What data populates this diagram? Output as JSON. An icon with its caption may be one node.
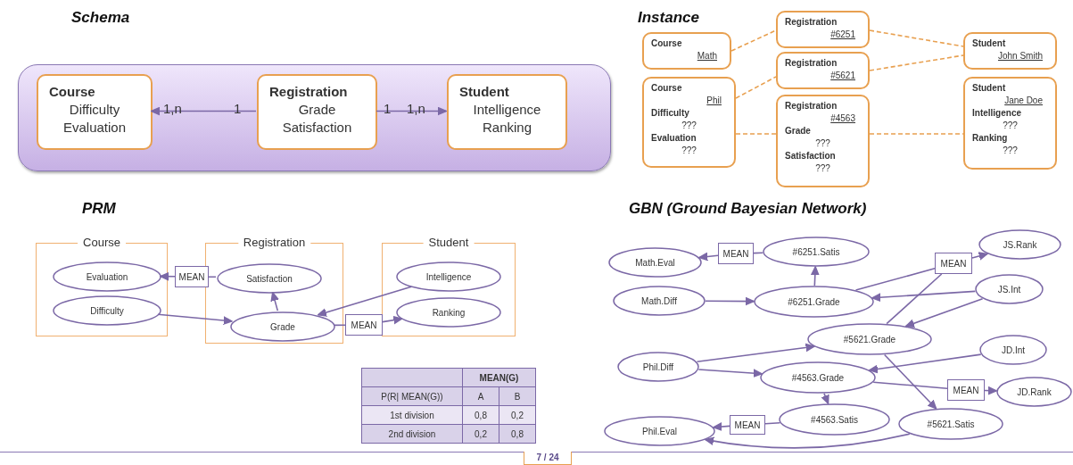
{
  "diagram": {
    "nodes": [
      {
        "text": [],
        "shape": "box"
      },
      {
        "text": [
          "Course",
          "Difficulty",
          "Evaluation"
        ],
        "in": 0
      },
      {
        "text": [
          "Registration",
          "Grade",
          "Satisfaction"
        ],
        "in": 0
      },
      {
        "text": [
          "Student",
          "Intelligence",
          "Ranking"
        ],
        "in": 0
      },
      {
        "text": [
          "Course",
          "Math"
        ]
      },
      {
        "text": [
          "Course",
          "Phil",
          "Difficulty",
          "???",
          "Evaluation",
          "???"
        ]
      },
      {
        "text": [
          "Registration",
          "#6251"
        ]
      },
      {
        "text": [
          "Registration",
          "#5621"
        ]
      },
      {
        "text": [
          "Registration",
          "#4563",
          "Grade",
          "???",
          "Satisfaction",
          "???"
        ]
      },
      {
        "text": [
          "Student",
          "John Smith"
        ]
      },
      {
        "text": [
          "Student",
          "Jane Doe",
          "Intelligence",
          "???",
          "Ranking",
          "???"
        ]
      },
      {
        "text": [
          "Course"
        ]
      },
      {
        "text": [
          "Evaluation"
        ],
        "in": 11
      },
      {
        "text": [
          "Difficulty"
        ],
        "in": 11
      },
      {
        "text": [
          "MEAN"
        ]
      },
      {
        "text": [
          "Registration"
        ]
      },
      {
        "text": [
          "Satisfaction"
        ],
        "in": 15
      },
      {
        "text": [
          "Grade"
        ],
        "in": 15
      },
      {
        "text": [
          "MEAN"
        ]
      },
      {
        "text": [
          "Student"
        ]
      },
      {
        "text": [
          "Intelligence"
        ],
        "in": 19
      },
      {
        "text": [
          "Ranking"
        ],
        "in": 19
      },
      {
        "text": [
          "Math.Eval"
        ]
      },
      {
        "text": [
          "MEAN"
        ]
      },
      {
        "text": [
          "#6251.Satis"
        ]
      },
      {
        "text": [
          "MEAN"
        ]
      },
      {
        "text": [
          "JS.Rank"
        ]
      },
      {
        "text": [
          "Math.Diff"
        ]
      },
      {
        "text": [
          "#6251.Grade"
        ]
      },
      {
        "text": [
          "JS.Int"
        ]
      },
      {
        "text": [
          "#5621.Grade"
        ]
      },
      {
        "text": [
          "JD.Int"
        ]
      },
      {
        "text": [
          "Phil.Diff"
        ]
      },
      {
        "text": [
          "#4563.Grade"
        ]
      },
      {
        "text": [
          "MEAN"
        ]
      },
      {
        "text": [
          "JD.Rank"
        ]
      },
      {
        "text": [
          "#4563.Satis"
        ]
      },
      {
        "text": [
          "#5621.Satis"
        ]
      },
      {
        "text": [
          "Phil.Eval"
        ]
      },
      {
        "text": [
          "MEAN"
        ]
      }
    ],
    "edges": [
      {
        "from": 2,
        "to": 1,
        "arrow": "to"
      },
      {
        "from": 2,
        "to": 3,
        "arrow": "to"
      },
      {
        "from": 4,
        "to": 6,
        "arrow": "none",
        "style": "dashed",
        "color": "#e8a050"
      },
      {
        "from": 6,
        "to": 9,
        "arrow": "none",
        "style": "dashed",
        "color": "#e8a050"
      },
      {
        "from": 7,
        "to": 9,
        "arrow": "none",
        "style": "dashed",
        "color": "#e8a050"
      },
      {
        "from": 5,
        "to": 7,
        "arrow": "none",
        "style": "dashed",
        "color": "#e8a050"
      },
      {
        "from": 5,
        "to": 8,
        "arrow": "none",
        "style": "dashed",
        "color": "#e8a050"
      },
      {
        "from": 8,
        "to": 10,
        "arrow": "none",
        "style": "dashed",
        "color": "#e8a050"
      },
      {
        "from": 16,
        "to": 14,
        "arrow": "none"
      },
      {
        "from": 14,
        "to": 12,
        "arrow": "to"
      },
      {
        "from": 13,
        "to": 17,
        "arrow": "to"
      },
      {
        "from": 17,
        "to": 16,
        "arrow": "to"
      },
      {
        "from": 20,
        "to": 17,
        "arrow": "to"
      },
      {
        "from": 17,
        "to": 18,
        "arrow": "none"
      },
      {
        "from": 18,
        "to": 21,
        "arrow": "to"
      },
      {
        "from": 24,
        "to": 23,
        "arrow": "none"
      },
      {
        "from": 23,
        "to": 22,
        "arrow": "to"
      },
      {
        "from": 27,
        "to": 28,
        "arrow": "to"
      },
      {
        "from": 28,
        "to": 24,
        "arrow": "to"
      },
      {
        "from": 28,
        "to": 25,
        "arrow": "none"
      },
      {
        "from": 30,
        "to": 25,
        "arrow": "none"
      },
      {
        "from": 25,
        "to": 26,
        "arrow": "to"
      },
      {
        "from": 29,
        "to": 28,
        "arrow": "to"
      },
      {
        "from": 29,
        "to": 30,
        "arrow": "to"
      },
      {
        "from": 32,
        "to": 30,
        "arrow": "to"
      },
      {
        "from": 32,
        "to": 33,
        "arrow": "to"
      },
      {
        "from": 31,
        "to": 33,
        "arrow": "to"
      },
      {
        "from": 30,
        "to": 37,
        "arrow": "to"
      },
      {
        "from": 33,
        "to": 36,
        "arrow": "to"
      },
      {
        "from": 33,
        "to": 34,
        "arrow": "none"
      },
      {
        "from": 34,
        "to": 35,
        "arrow": "to"
      },
      {
        "from": 36,
        "to": 39,
        "arrow": "none"
      },
      {
        "from": 39,
        "to": 38,
        "arrow": "to"
      },
      {
        "from": 37,
        "to": 38,
        "arrow": "to"
      }
    ],
    "labels": [
      "Schema",
      "Instance",
      "1,n",
      "1",
      "1",
      "1,n",
      "PRM",
      "GBN (Ground Bayesian Network)",
      "MEAN(G)",
      "P(R| MEAN(G))",
      "A",
      "B",
      "1st division",
      "0,8",
      "0,2",
      "2nd division",
      "0,2",
      "0,8",
      "7 / 24"
    ]
  }
}
